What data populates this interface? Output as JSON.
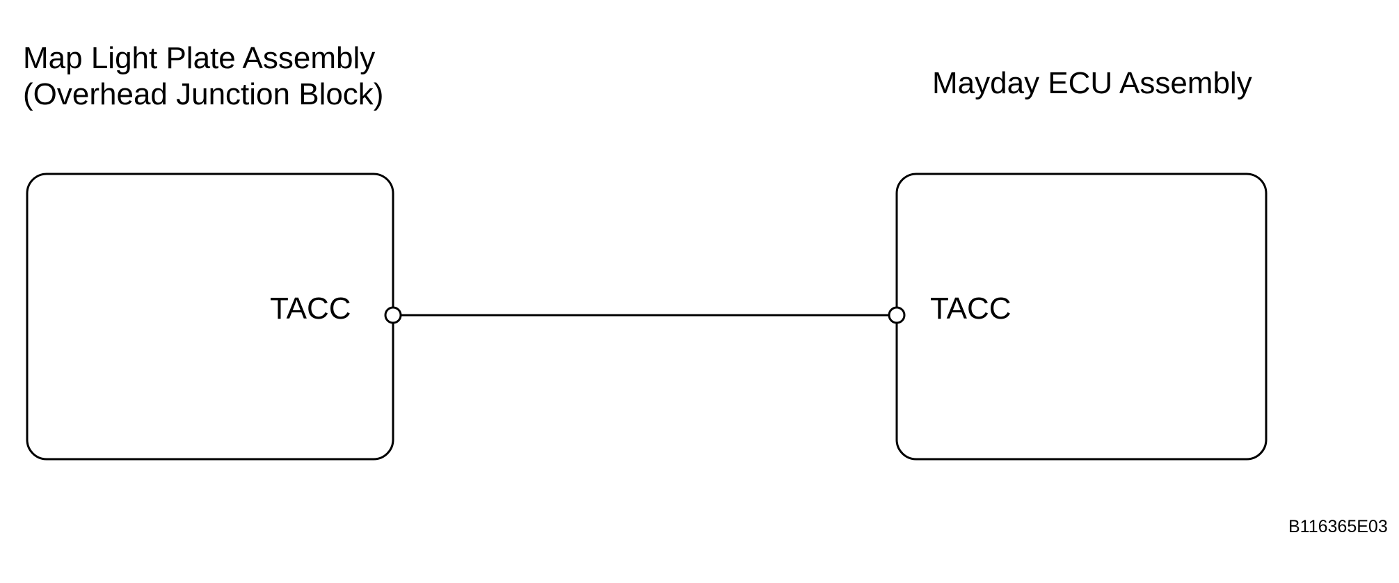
{
  "page": {
    "background_color": "#ffffff",
    "line_color": "#000000",
    "reference_code": "B116365E03"
  },
  "left_block": {
    "title_lines": [
      "Map Light Plate Assembly",
      "(Overhead Junction Block)"
    ],
    "pin_label": "TACC"
  },
  "right_block": {
    "title": "Mayday ECU Assembly",
    "pin_label": "TACC"
  },
  "wire": {
    "from_pin": "TACC",
    "to_pin": "TACC"
  }
}
